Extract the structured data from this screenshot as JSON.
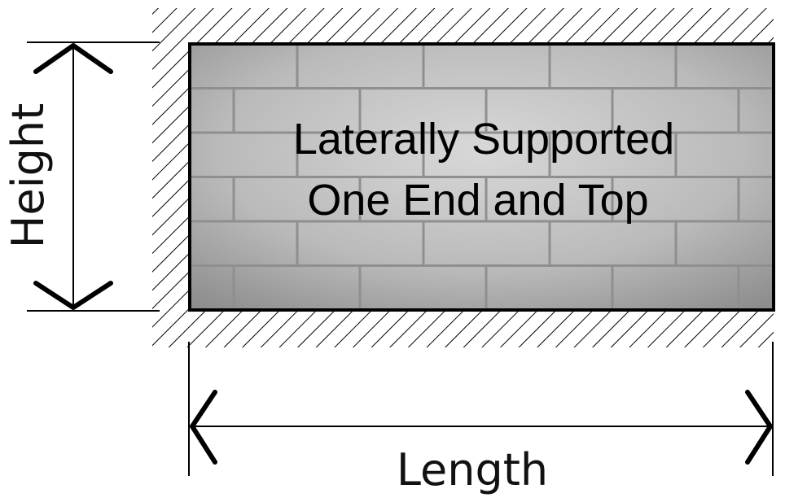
{
  "diagram": {
    "wall_label_line1": "Laterally Supported",
    "wall_label_line2": "One End and Top",
    "height_label": "Height",
    "length_label": "Length"
  },
  "colors": {
    "ink": "#000000",
    "block_face": "#bdbdbd",
    "mortar": "#8f8f8f",
    "background": "#ffffff"
  }
}
